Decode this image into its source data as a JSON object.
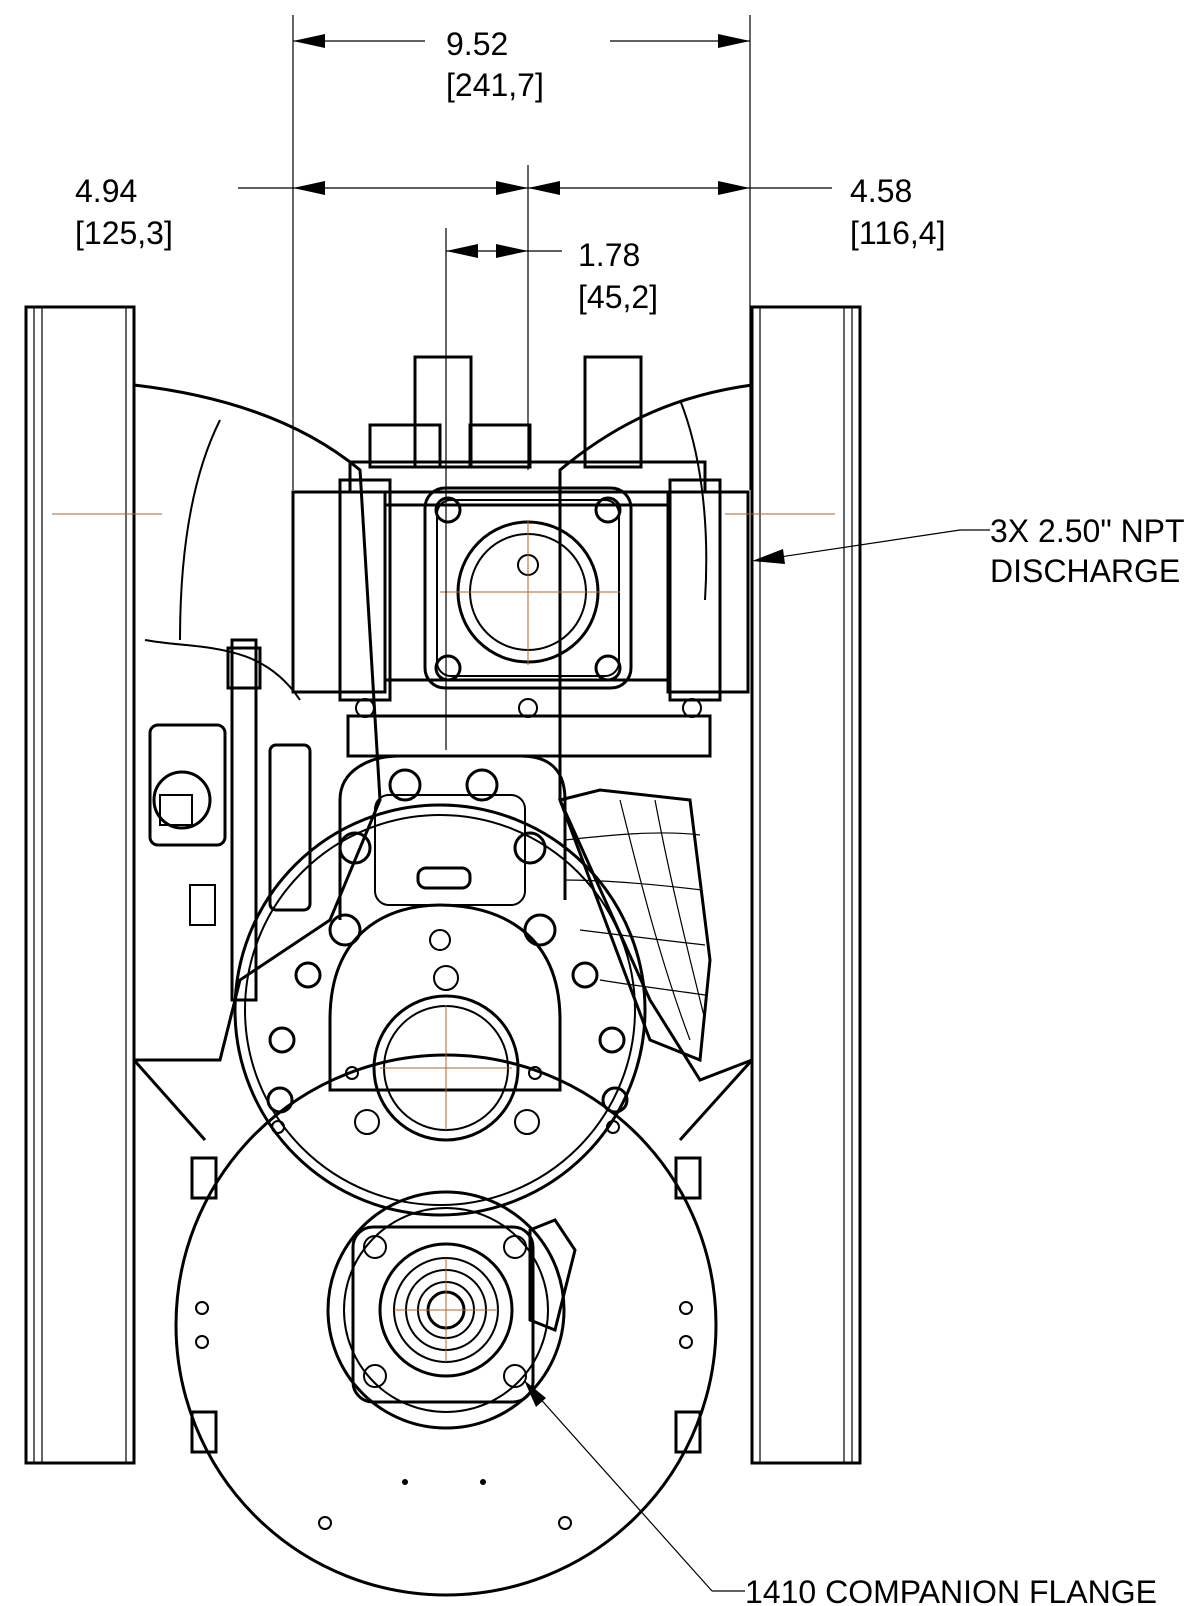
{
  "dimensions": {
    "overall_width": {
      "imperial": "9.52",
      "metric": "[241,7]"
    },
    "left_offset": {
      "imperial": "4.94",
      "metric": "[125,3]"
    },
    "right_offset": {
      "imperial": "4.58",
      "metric": "[116,4]"
    },
    "inlet_offset": {
      "imperial": "1.78",
      "metric": "[45,2]"
    }
  },
  "callouts": {
    "discharge_line1": "3X 2.50\" NPT",
    "discharge_line2": "DISCHARGE",
    "flange": "1410 COMPANION FLANGE"
  }
}
